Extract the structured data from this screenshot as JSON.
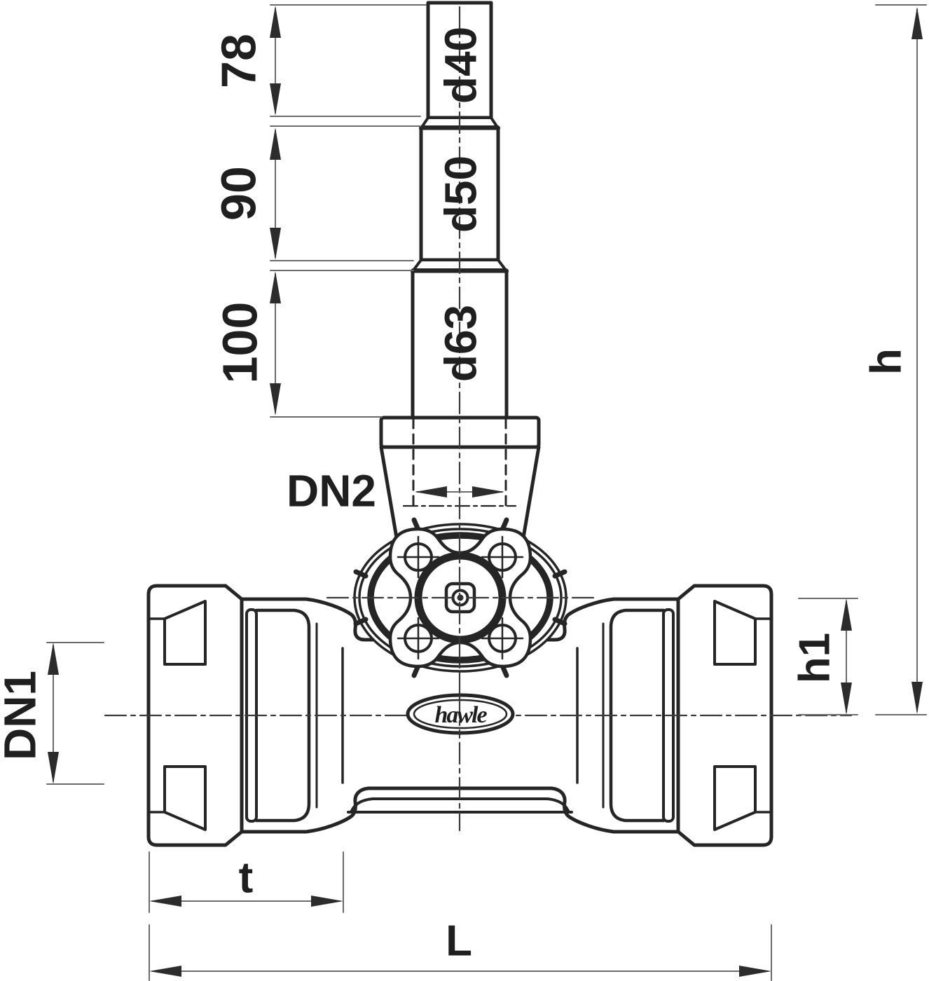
{
  "drawing": {
    "kind": "technical dimension drawing",
    "subject": "service valve tee with PE compression ends and telescopic spindle",
    "background": "#ffffff",
    "line_color": "#252525",
    "dim_line_color": "#6b6b6b",
    "logo": {
      "text": "hawle"
    }
  },
  "dimensions": {
    "spindle_stack": [
      {
        "length_label": "78",
        "pipe_label": "d40"
      },
      {
        "length_label": "90",
        "pipe_label": "d50"
      },
      {
        "length_label": "100",
        "pipe_label": "d63"
      }
    ],
    "branch_diameter_label": "DN2",
    "main_diameter_label": "DN1",
    "overall_height_label": "h",
    "body_height_label": "h1",
    "insertion_depth_label": "t",
    "overall_length_label": "L"
  }
}
